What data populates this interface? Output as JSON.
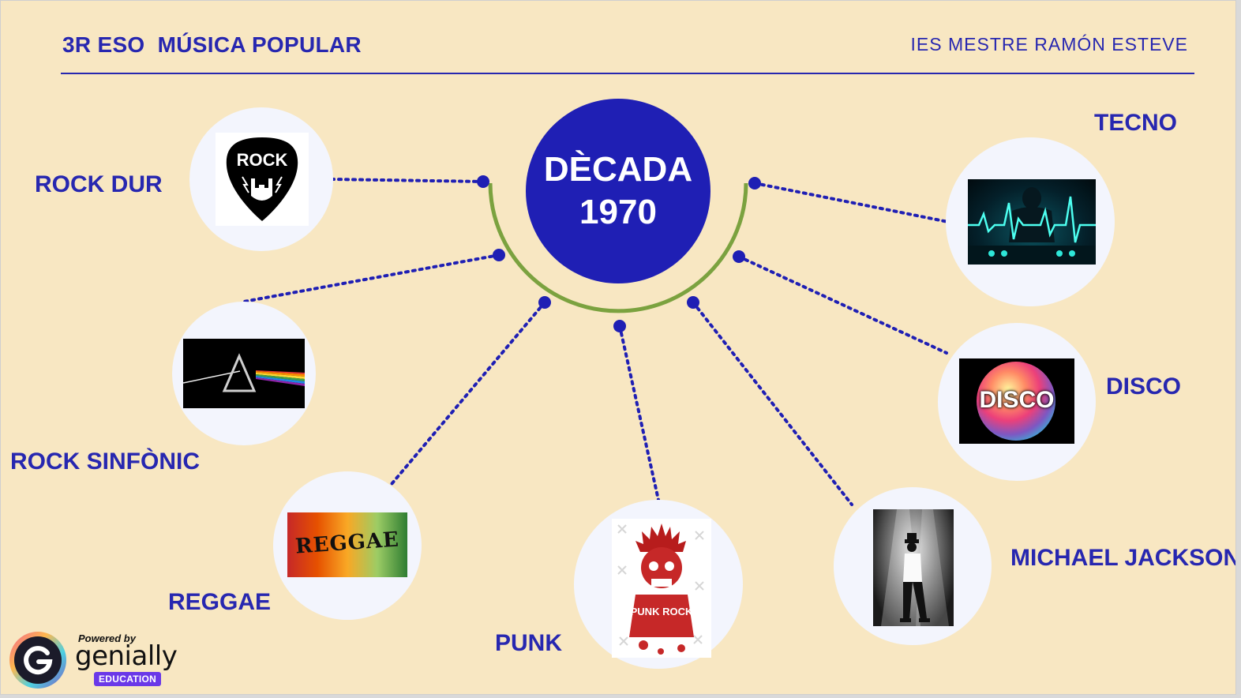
{
  "header": {
    "course": "3R ESO  MÚSICA POPULAR",
    "school": "IES MESTRE RAMÓN ESTEVE"
  },
  "hub": {
    "line1": "DÈCADA",
    "line2": "1970"
  },
  "genres": [
    {
      "id": "rock-dur",
      "label": "ROCK DUR",
      "image_text": "ROCK"
    },
    {
      "id": "rock-simfonic",
      "label": "ROCK SINFÒNIC"
    },
    {
      "id": "reggae",
      "label": "REGGAE",
      "image_text": "REGGAE"
    },
    {
      "id": "punk",
      "label": "PUNK",
      "image_text": "PUNK ROCK"
    },
    {
      "id": "michael-jackson",
      "label": "MICHAEL JACKSON"
    },
    {
      "id": "disco",
      "label": "DISCO",
      "image_text": "DISCO"
    },
    {
      "id": "tecno",
      "label": "TECNO"
    }
  ],
  "branding": {
    "powered_by": "Powered by",
    "name": "genially",
    "badge": "EDUCATION"
  },
  "colors": {
    "background": "#f8e7c2",
    "accent": "#1f1fb4",
    "arc": "#7ba23f",
    "bubble": "#f3f5fd"
  }
}
